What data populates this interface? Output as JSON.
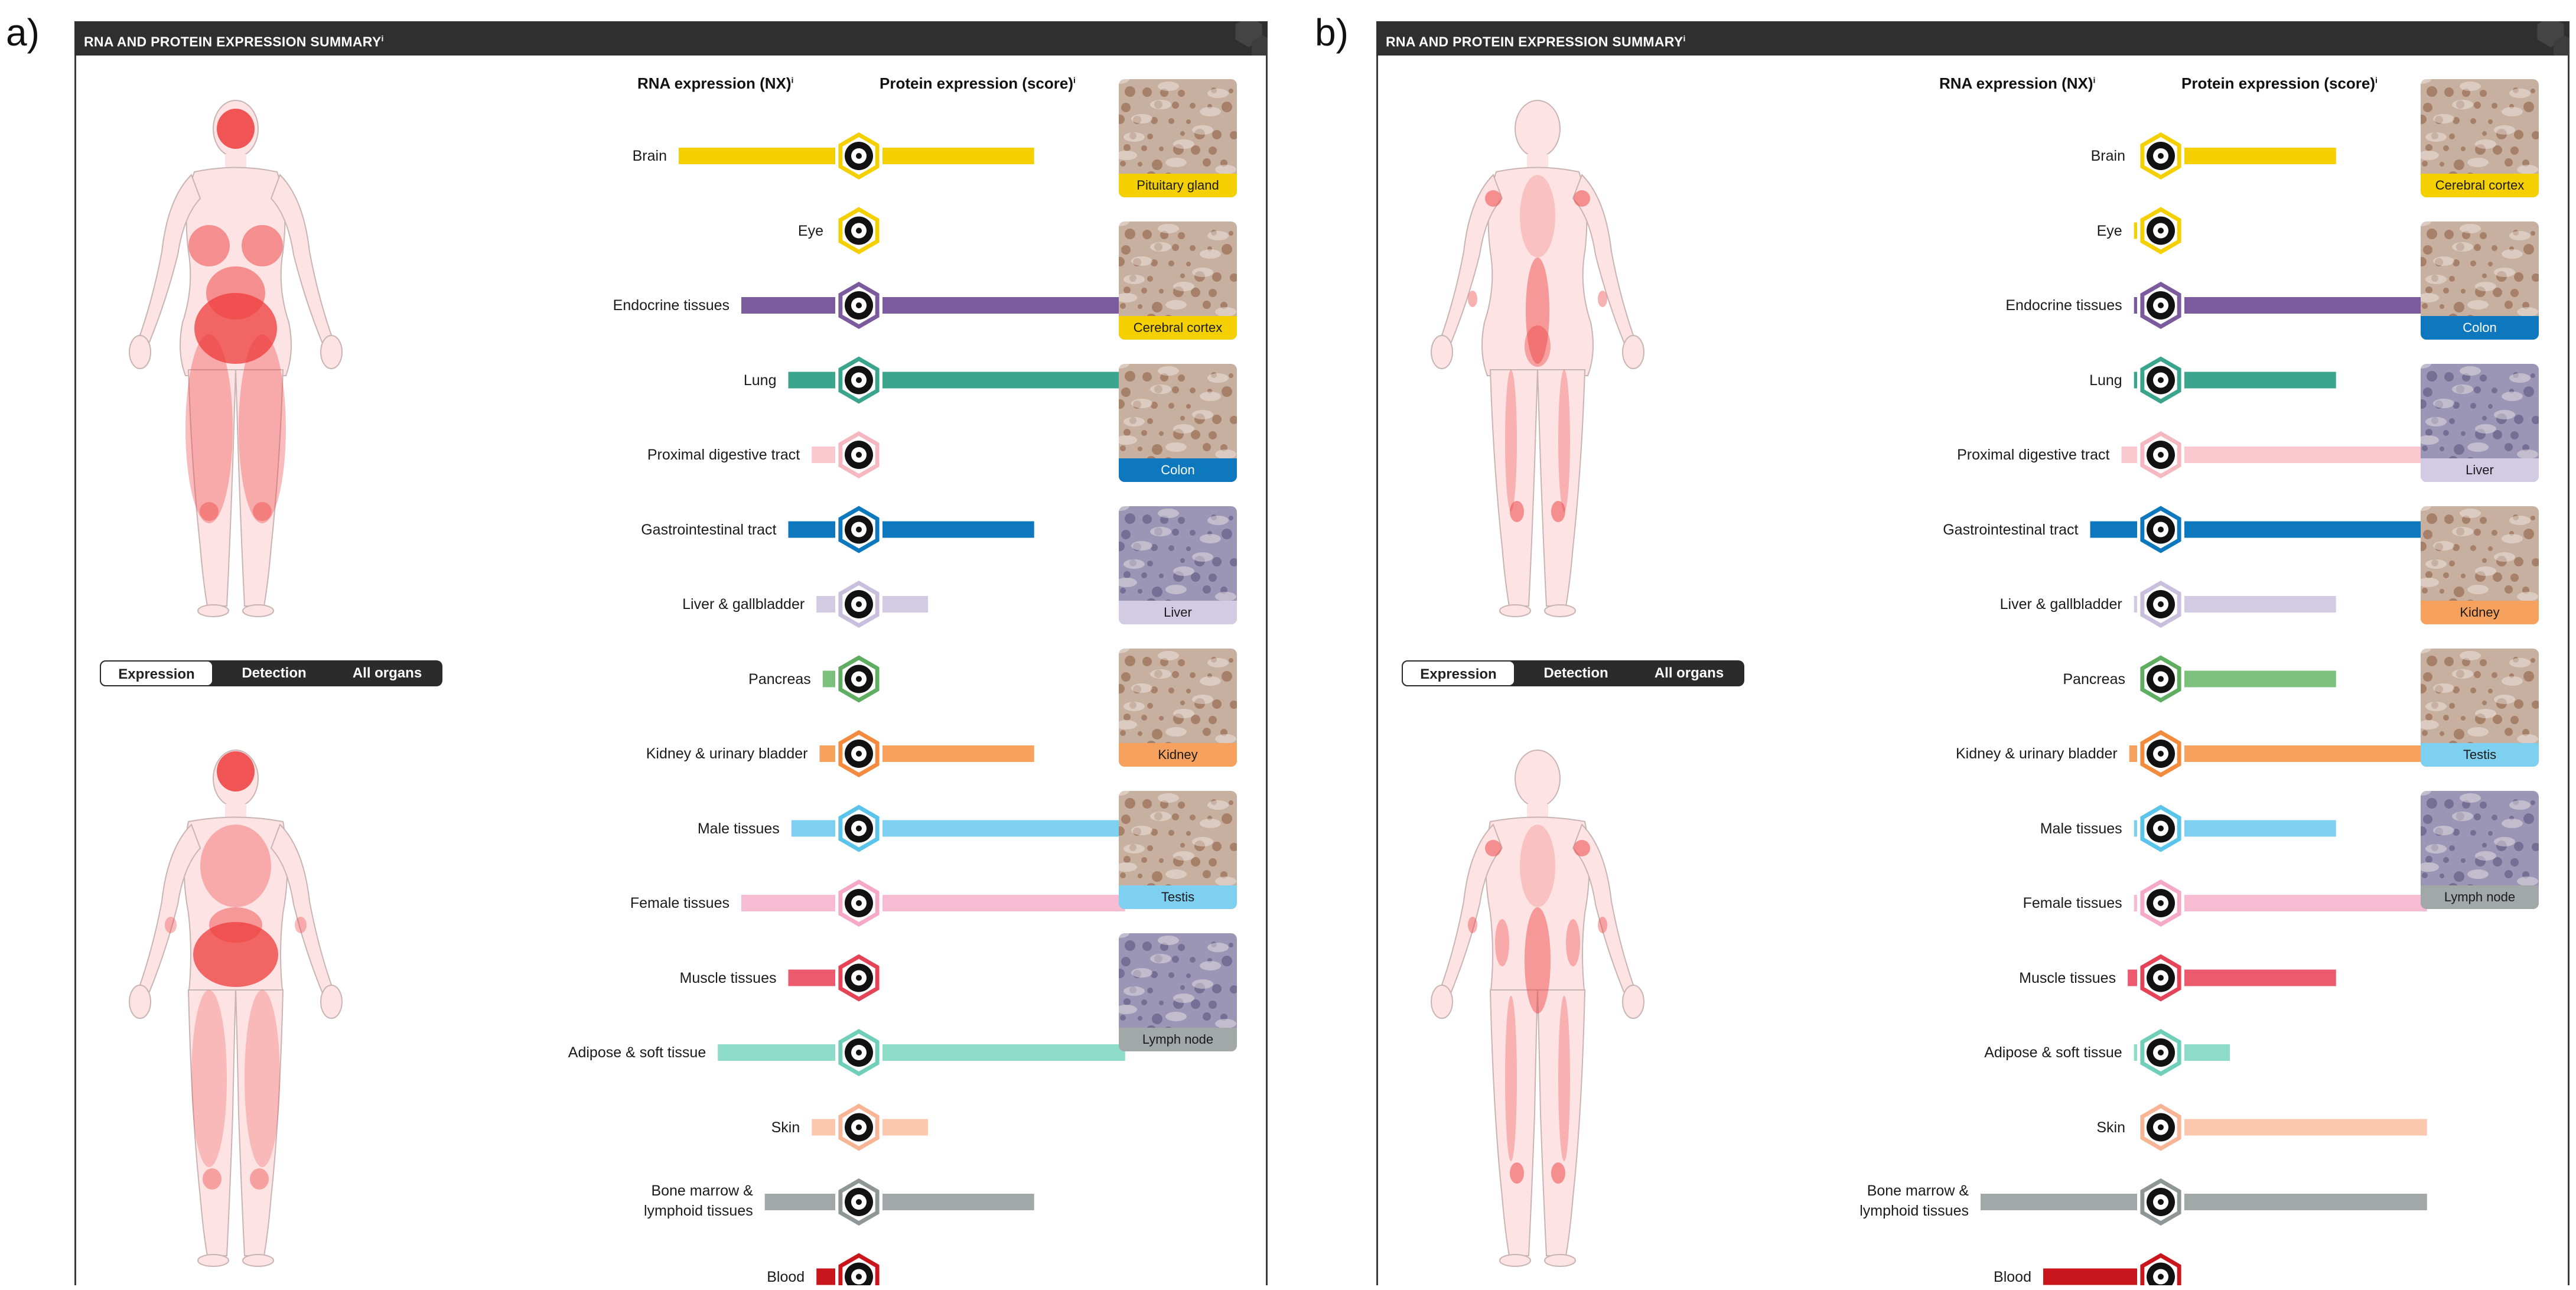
{
  "panels": [
    {
      "label": "a)",
      "header": "RNA AND PROTEIN EXPRESSION SUMMARY",
      "header_marker": "i",
      "rna_header": "RNA expression (NX)",
      "protein_header": "Protein expression (score)",
      "header_info_marker": "i",
      "toggle": [
        "Expression",
        "Detection",
        "All organs"
      ],
      "tissues": [
        {
          "name": "Brain",
          "color": "#f5d000",
          "rna": 1.0,
          "protein": 1.0,
          "hex_color": "#f5d000",
          "icon": "brain-icon"
        },
        {
          "name": "Eye",
          "color": "#f5d000",
          "rna": 0.0,
          "protein": 0.0,
          "hex_color": "#f5d000",
          "icon": "eye-icon"
        },
        {
          "name": "Endocrine tissues",
          "color": "#7b5b9e",
          "rna": 0.6,
          "protein": 1.6,
          "hex_color": "#7b5b9e",
          "icon": "thyroid-icon"
        },
        {
          "name": "Lung",
          "color": "#3aa58c",
          "rna": 0.3,
          "protein": 1.6,
          "hex_color": "#3aa58c",
          "icon": "lung-icon"
        },
        {
          "name": "Proximal digestive tract",
          "color": "#f9c9cf",
          "rna": 0.15,
          "protein": 0.0,
          "hex_color": "#f5b8c0",
          "icon": "head-icon"
        },
        {
          "name": "Gastrointestinal tract",
          "color": "#0d78be",
          "rna": 0.3,
          "protein": 1.0,
          "hex_color": "#0d78be",
          "icon": "stomach-icon"
        },
        {
          "name": "Liver & gallbladder",
          "color": "#d3cbe3",
          "rna": 0.12,
          "protein": 0.3,
          "hex_color": "#c9bfdd",
          "icon": "liver-icon"
        },
        {
          "name": "Pancreas",
          "color": "#7cc07d",
          "rna": 0.08,
          "protein": 0.0,
          "hex_color": "#5fad60",
          "icon": "pancreas-icon"
        },
        {
          "name": "Kidney & urinary bladder",
          "color": "#f7a15f",
          "rna": 0.1,
          "protein": 1.0,
          "hex_color": "#f48a3d",
          "icon": "kidney-icon"
        },
        {
          "name": "Male tissues",
          "color": "#7dd0ef",
          "rna": 0.28,
          "protein": 1.6,
          "hex_color": "#5bc4eb",
          "icon": "testis-icon"
        },
        {
          "name": "Female tissues",
          "color": "#f8bcd2",
          "rna": 0.6,
          "protein": 1.6,
          "hex_color": "#f5a9c5",
          "icon": "uterus-icon"
        },
        {
          "name": "Muscle tissues",
          "color": "#ec5a6d",
          "rna": 0.3,
          "protein": 0.0,
          "hex_color": "#e54358",
          "icon": "heart-icon"
        },
        {
          "name": "Adipose & soft tissue",
          "color": "#8ddcc8",
          "rna": 0.75,
          "protein": 1.6,
          "hex_color": "#70cfb8",
          "icon": "fat-cell-icon"
        },
        {
          "name": "Skin",
          "color": "#fbc8ae",
          "rna": 0.15,
          "protein": 0.3,
          "hex_color": "#f8b595",
          "icon": "skin-icon"
        },
        {
          "name": "Bone marrow & lymphoid tissues",
          "color": "#a2a8a7",
          "rna": 0.45,
          "protein": 1.0,
          "hex_color": "#8f9796",
          "icon": "bone-marrow-icon"
        },
        {
          "name": "Blood",
          "color": "#c9151c",
          "rna": 0.12,
          "protein": 0.0,
          "hex_color": "#c9151c",
          "icon": "blood-drop-icon"
        }
      ],
      "images": [
        {
          "caption": "Pituitary gland",
          "color": "#f5d000"
        },
        {
          "caption": "Cerebral cortex",
          "color": "#f5d000"
        },
        {
          "caption": "Colon",
          "color": "#0d78be"
        },
        {
          "caption": "Liver",
          "color": "#d3cbe3"
        },
        {
          "caption": "Kidney",
          "color": "#f7a15f"
        },
        {
          "caption": "Testis",
          "color": "#7dd0ef"
        },
        {
          "caption": "Lymph node",
          "color": "#a2a8a7"
        }
      ]
    },
    {
      "label": "b)",
      "header": "RNA AND PROTEIN EXPRESSION SUMMARY",
      "header_marker": "i",
      "rna_header": "RNA expression (NX)",
      "protein_header": "Protein expression (score)",
      "header_info_marker": "i",
      "toggle": [
        "Expression",
        "Detection",
        "All organs"
      ],
      "tissues": [
        {
          "name": "Brain",
          "color": "#f5d000",
          "rna": 0.0,
          "protein": 1.0,
          "hex_color": "#f5d000",
          "icon": "brain-icon"
        },
        {
          "name": "Eye",
          "color": "#f5d000",
          "rna": 0.02,
          "protein": 0.0,
          "hex_color": "#f5d000",
          "icon": "eye-icon"
        },
        {
          "name": "Endocrine tissues",
          "color": "#7b5b9e",
          "rna": 0.02,
          "protein": 1.6,
          "hex_color": "#7b5b9e",
          "icon": "thyroid-icon"
        },
        {
          "name": "Lung",
          "color": "#3aa58c",
          "rna": 0.02,
          "protein": 1.0,
          "hex_color": "#3aa58c",
          "icon": "lung-icon"
        },
        {
          "name": "Proximal digestive tract",
          "color": "#f9c9cf",
          "rna": 0.1,
          "protein": 1.6,
          "hex_color": "#f5b8c0",
          "icon": "head-icon"
        },
        {
          "name": "Gastrointestinal tract",
          "color": "#0d78be",
          "rna": 0.3,
          "protein": 1.6,
          "hex_color": "#0d78be",
          "icon": "stomach-icon"
        },
        {
          "name": "Liver & gallbladder",
          "color": "#d3cbe3",
          "rna": 0.02,
          "protein": 1.0,
          "hex_color": "#c9bfdd",
          "icon": "liver-icon"
        },
        {
          "name": "Pancreas",
          "color": "#7cc07d",
          "rna": 0.0,
          "protein": 1.0,
          "hex_color": "#5fad60",
          "icon": "pancreas-icon"
        },
        {
          "name": "Kidney & urinary bladder",
          "color": "#f7a15f",
          "rna": 0.05,
          "protein": 1.6,
          "hex_color": "#f48a3d",
          "icon": "kidney-icon"
        },
        {
          "name": "Male tissues",
          "color": "#7dd0ef",
          "rna": 0.02,
          "protein": 1.0,
          "hex_color": "#5bc4eb",
          "icon": "testis-icon"
        },
        {
          "name": "Female tissues",
          "color": "#f8bcd2",
          "rna": 0.02,
          "protein": 1.6,
          "hex_color": "#f5a9c5",
          "icon": "uterus-icon"
        },
        {
          "name": "Muscle tissues",
          "color": "#ec5a6d",
          "rna": 0.06,
          "protein": 1.0,
          "hex_color": "#e54358",
          "icon": "heart-icon"
        },
        {
          "name": "Adipose & soft tissue",
          "color": "#8ddcc8",
          "rna": 0.02,
          "protein": 0.3,
          "hex_color": "#70cfb8",
          "icon": "fat-cell-icon"
        },
        {
          "name": "Skin",
          "color": "#fbc8ae",
          "rna": 0.0,
          "protein": 1.6,
          "hex_color": "#f8b595",
          "icon": "skin-icon"
        },
        {
          "name": "Bone marrow & lymphoid tissues",
          "color": "#a2a8a7",
          "rna": 1.0,
          "protein": 1.6,
          "hex_color": "#8f9796",
          "icon": "bone-marrow-icon"
        },
        {
          "name": "Blood",
          "color": "#c9151c",
          "rna": 0.6,
          "protein": 0.0,
          "hex_color": "#c9151c",
          "icon": "blood-drop-icon"
        }
      ],
      "images": [
        {
          "caption": "Cerebral cortex",
          "color": "#f5d000"
        },
        {
          "caption": "Colon",
          "color": "#0d78be"
        },
        {
          "caption": "Liver",
          "color": "#d3cbe3"
        },
        {
          "caption": "Kidney",
          "color": "#f7a15f"
        },
        {
          "caption": "Testis",
          "color": "#7dd0ef"
        },
        {
          "caption": "Lymph node",
          "color": "#a2a8a7"
        }
      ]
    }
  ]
}
